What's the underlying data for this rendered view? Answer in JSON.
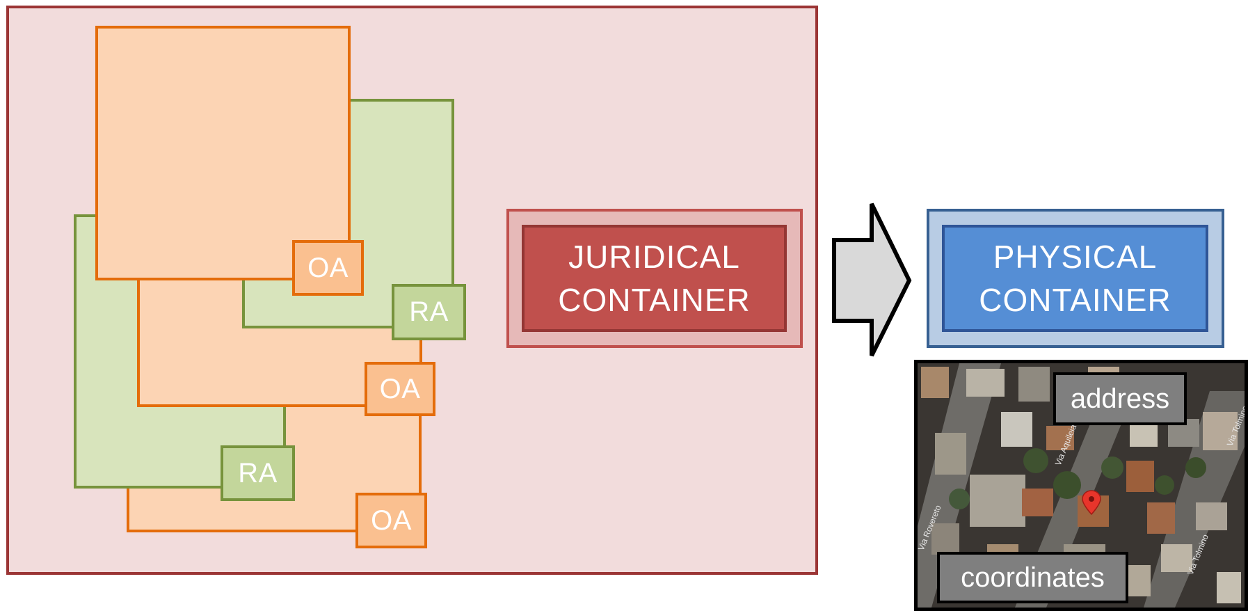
{
  "org_tags": [
    "OA",
    "OA",
    "OA"
  ],
  "role_tags": [
    "RA",
    "RA"
  ],
  "juridical_container": {
    "line1": "JURIDICAL",
    "line2": "CONTAINER"
  },
  "physical_container": {
    "line1": "PHYSICAL",
    "line2": "CONTAINER"
  },
  "map": {
    "address_label": "address",
    "coordinates_label": "coordinates",
    "street_names": [
      "Via Aquileia",
      "Via Tolmino",
      "Via Tolmino",
      "Via Rovereto"
    ]
  },
  "colors": {
    "juridical": "#c0504d",
    "physical": "#558ed5",
    "org": "#e46c0a",
    "role": "#77933c",
    "map_pin": "#e8352b"
  }
}
